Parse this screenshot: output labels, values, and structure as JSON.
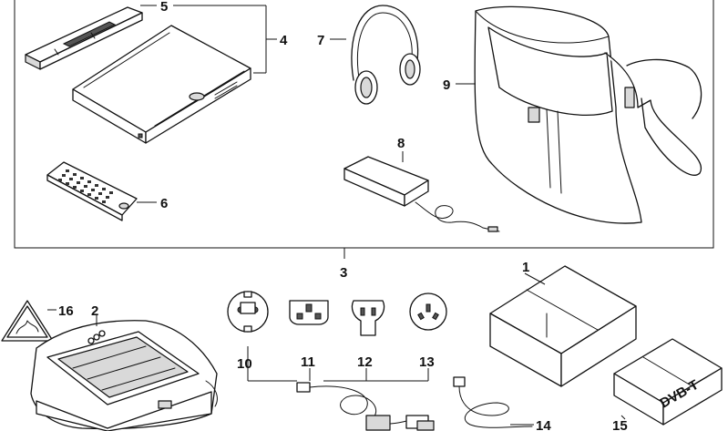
{
  "diagram": {
    "callouts": {
      "c1": "1",
      "c2": "2",
      "c3": "3",
      "c4": "4",
      "c5": "5",
      "c6": "6",
      "c7": "7",
      "c8": "8",
      "c9": "9",
      "c10": "10",
      "c11": "11",
      "c12": "12",
      "c13": "13",
      "c14": "14",
      "c15": "15",
      "c16": "16"
    },
    "box_label": "DVB-T"
  },
  "colors": {
    "line": "#111111",
    "background": "#ffffff",
    "shade": "#d9d9d9"
  }
}
